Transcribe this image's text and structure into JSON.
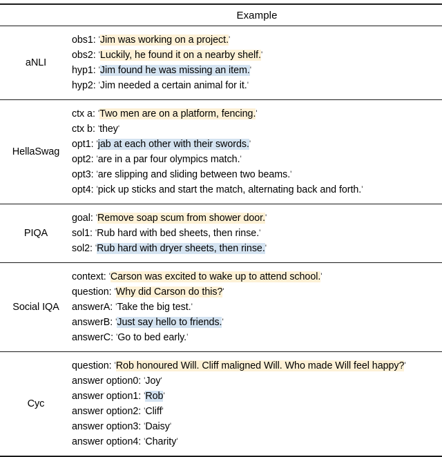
{
  "table": {
    "header": {
      "label_column": "",
      "example_column": "Example"
    },
    "rows": [
      {
        "dataset": "aNLI",
        "lines": [
          {
            "field": "obs1:",
            "text": "Jim was working on a project.",
            "highlight": "yellow"
          },
          {
            "field": "obs2:",
            "text": "Luckily, he found it on a nearby shelf.",
            "highlight": "yellow"
          },
          {
            "field": "hyp1:",
            "text": "Jim found he was missing an item.",
            "highlight": "blue"
          },
          {
            "field": "hyp2:",
            "text": "Jim needed a certain animal for it.",
            "highlight": "none"
          }
        ]
      },
      {
        "dataset": "HellaSwag",
        "lines": [
          {
            "field": "ctx a:",
            "text": "Two men are on a platform, fencing.",
            "highlight": "yellow"
          },
          {
            "field": "ctx b:",
            "text": "they",
            "highlight": "none"
          },
          {
            "field": "opt1:",
            "text": "jab at each other with their swords.",
            "highlight": "blue"
          },
          {
            "field": "opt2:",
            "text": "are in a par four olympics match.",
            "highlight": "none"
          },
          {
            "field": "opt3:",
            "text": "are slipping and sliding between two beams.",
            "highlight": "none"
          },
          {
            "field": "opt4:",
            "text": "pick up sticks and start the match, alternating back and forth.",
            "highlight": "none"
          }
        ]
      },
      {
        "dataset": "PIQA",
        "lines": [
          {
            "field": "goal:",
            "text": "Remove soap scum from shower door.",
            "highlight": "yellow"
          },
          {
            "field": "sol1:",
            "text": "Rub hard with bed sheets, then rinse.",
            "highlight": "none"
          },
          {
            "field": "sol2:",
            "text": "Rub hard with dryer sheets, then rinse.",
            "highlight": "blue"
          }
        ]
      },
      {
        "dataset": "Social IQA",
        "lines": [
          {
            "field": "context:",
            "text": "Carson was excited to wake up to attend school.",
            "highlight": "yellow"
          },
          {
            "field": "question:",
            "text": "Why did Carson do this?",
            "highlight": "yellow"
          },
          {
            "field": "answerA:",
            "text": "Take the big test.",
            "highlight": "none"
          },
          {
            "field": "answerB:",
            "text": "Just say hello to friends.",
            "highlight": "blue"
          },
          {
            "field": "answerC:",
            "text": "Go to bed early.",
            "highlight": "none"
          }
        ]
      },
      {
        "dataset": "Cyc",
        "lines": [
          {
            "field": "question:",
            "text": "Rob honoured Will. Cliff maligned Will. Who made Will feel happy?",
            "highlight": "yellow"
          },
          {
            "field": "answer option0:",
            "text": "Joy",
            "highlight": "none"
          },
          {
            "field": "answer option1:",
            "text": "Rob",
            "highlight": "blue"
          },
          {
            "field": "answer option2:",
            "text": "Cliff",
            "highlight": "none"
          },
          {
            "field": "answer option3:",
            "text": "Daisy",
            "highlight": "none"
          },
          {
            "field": "answer option4:",
            "text": "Charity",
            "highlight": "none"
          }
        ]
      }
    ],
    "quote_open": "'",
    "quote_close": "'",
    "colors": {
      "highlight_yellow": "#fdf1d6",
      "highlight_blue": "#d4e3f1",
      "rule": "#1a1a1a",
      "text": "#000000"
    }
  }
}
